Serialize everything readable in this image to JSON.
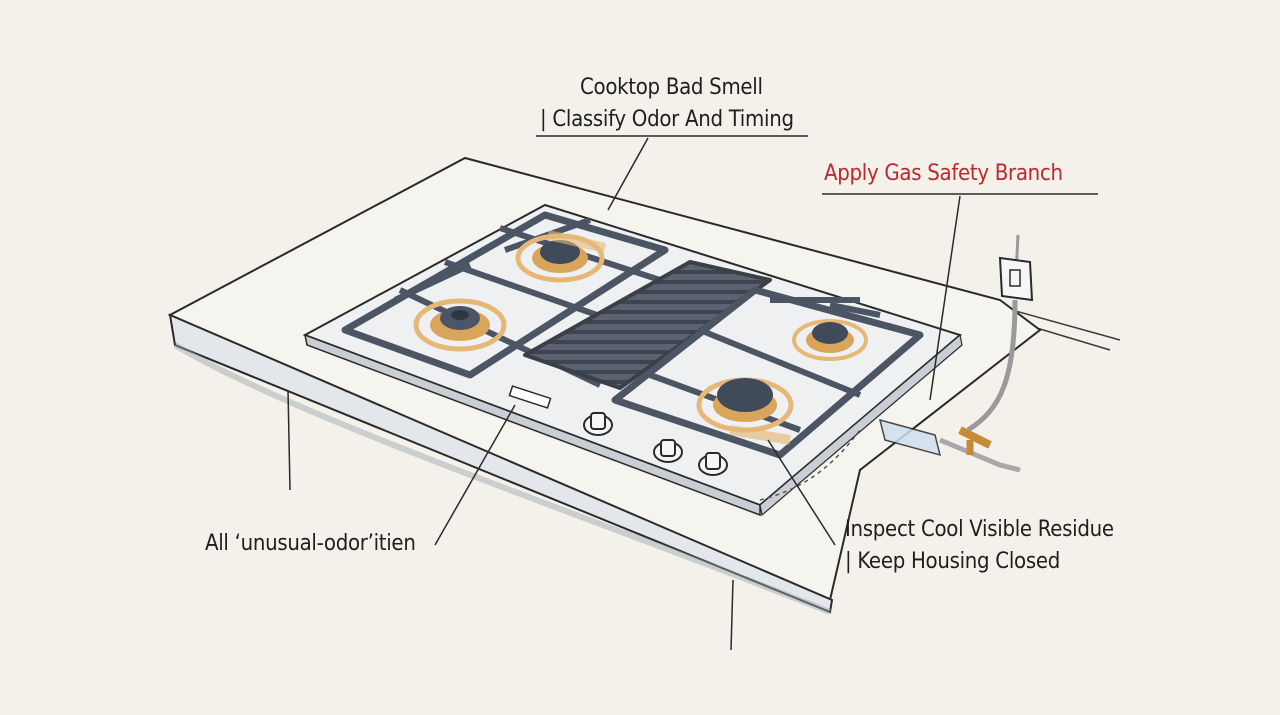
{
  "annotations": {
    "top_line1": "Cooktop Bad Smell",
    "top_line2": "| Classify Odor And Timing",
    "gas": "Apply Gas Safety Branch",
    "odor": "All ‘unusual-odor’itien",
    "inspect_line1": "Inspect Cool Visible Residue",
    "inspect_line2": "| Keep Housing Closed"
  },
  "colors": {
    "background": "#f3f1ea",
    "ink": "#2a2a2a",
    "grate": "#4b5563",
    "accent_red": "#c0272d",
    "burner_ring": "#d9a55a",
    "residue": "#e6b877"
  }
}
